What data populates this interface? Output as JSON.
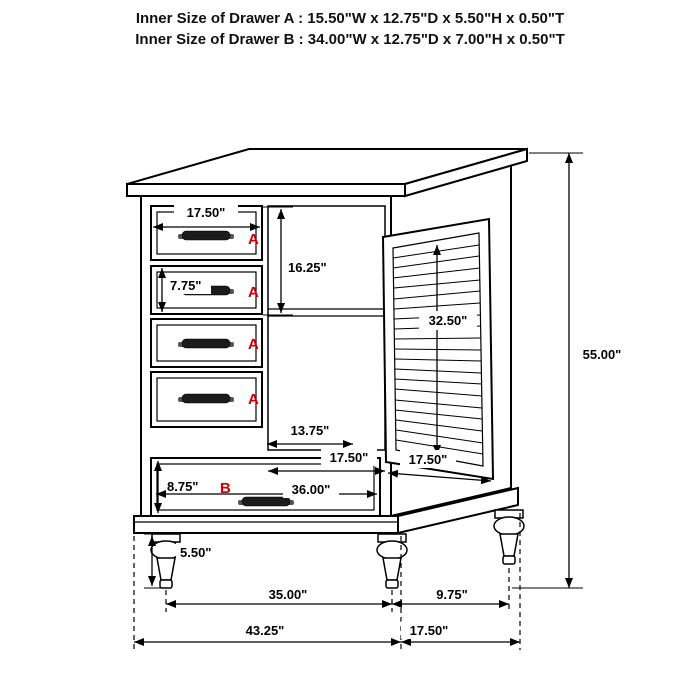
{
  "header": {
    "line1": "Inner Size of Drawer A : 15.50\"W x 12.75\"D x 5.50\"H x 0.50\"T",
    "line2": "Inner Size of Drawer B : 34.00\"W x 12.75\"D x 7.00\"H x 0.50\"T"
  },
  "drawer_labels": {
    "a1": "A",
    "a2": "A",
    "a3": "A",
    "a4": "A",
    "b": "B"
  },
  "dims": {
    "top_drawer_width": "17.50\"",
    "upper_drawers_height": "16.25\"",
    "second_drawer_height": "7.75\"",
    "door_opening_height": "32.50\"",
    "overall_height": "55.00\"",
    "shelf_depth": "13.75\"",
    "cabinet_opening_width": "17.50\"",
    "door_width": "17.50\"",
    "bottom_drawer_height": "8.75\"",
    "bottom_drawer_width": "36.00\"",
    "foot_height": "5.50\"",
    "front_feet_spacing": "35.00\"",
    "side_feet_spacing": "9.75\"",
    "overall_width": "43.25\"",
    "overall_depth": "17.50\""
  },
  "colors": {
    "label_red": "#cc0000",
    "line": "#000000",
    "background": "#ffffff"
  }
}
